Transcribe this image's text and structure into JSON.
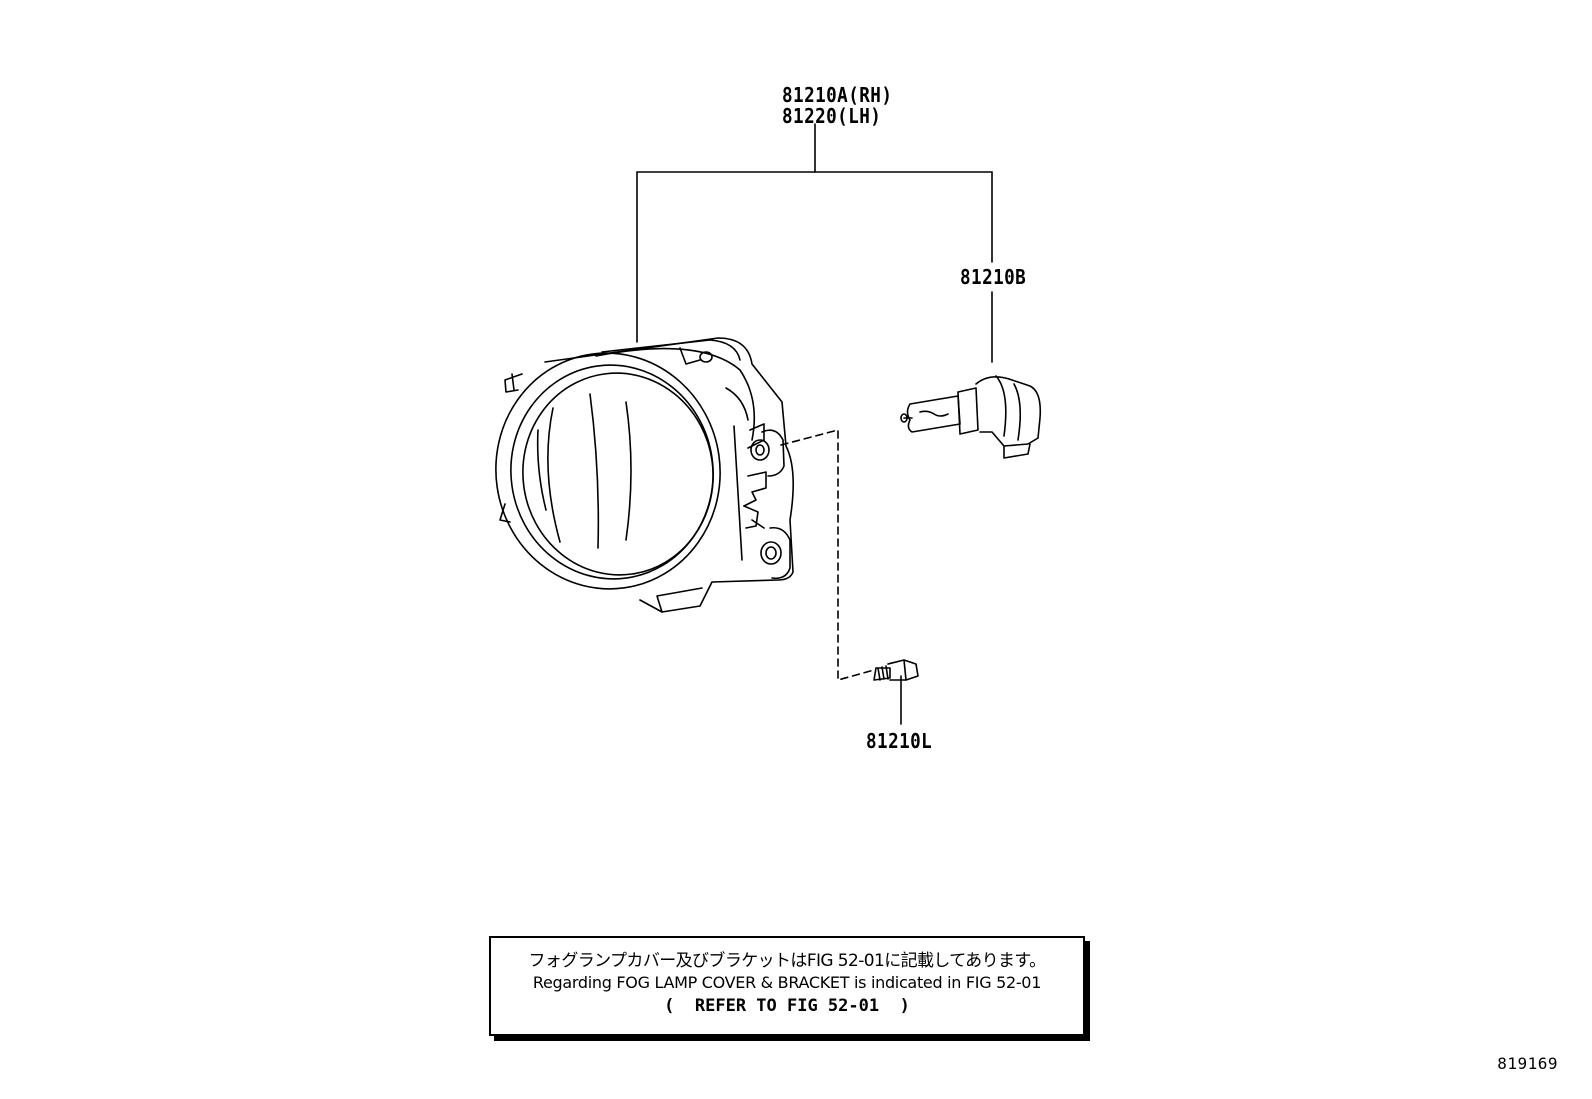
{
  "parts": {
    "fog_lamp_rh": "81210A(RH)",
    "fog_lamp_lh": "81220(LH)",
    "bulb": "81210B",
    "screw": "81210L"
  },
  "note": {
    "line1": "フォグランプカバー及びブラケットはFIG 52-01に記載してあります。",
    "line2": "Regarding FOG LAMP COVER & BRACKET is indicated in FIG 52-01",
    "line3": "(  REFER TO FIG 52-01  )"
  },
  "figure_number": "819169"
}
